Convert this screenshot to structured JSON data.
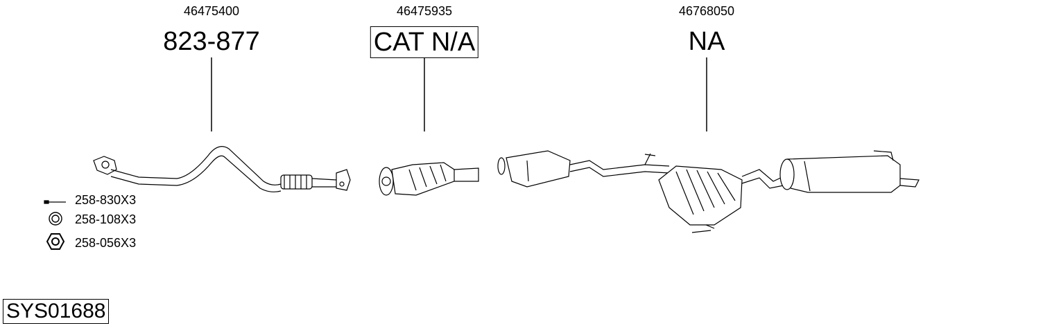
{
  "parts": [
    {
      "oem": "46475400",
      "part": "823-877",
      "boxed": false
    },
    {
      "oem": "46475935",
      "part": "CAT N/A",
      "boxed": true
    },
    {
      "oem": "46768050",
      "part": "NA",
      "boxed": false
    }
  ],
  "hardware": [
    {
      "code": "258-830X3",
      "icon": "bolt-icon"
    },
    {
      "code": "258-108X3",
      "icon": "gasket-ring-icon"
    },
    {
      "code": "258-056X3",
      "icon": "hex-nut-icon"
    }
  ],
  "system_code": "SYS01688"
}
